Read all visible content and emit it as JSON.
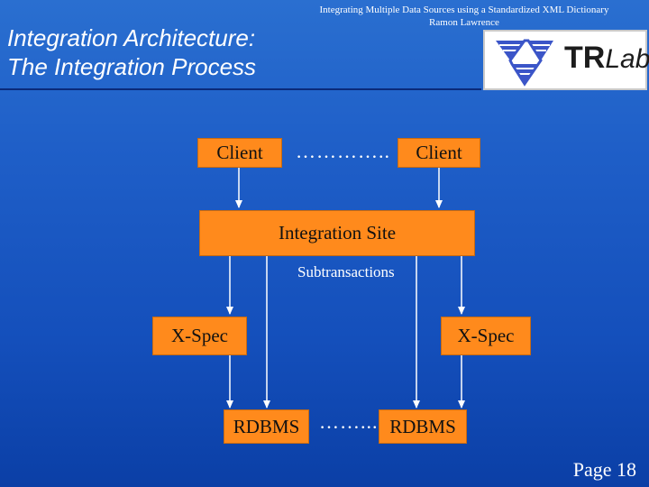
{
  "header": {
    "doc_title": "Integrating Multiple Data Sources using a Standardized XML Dictionary",
    "author": "Ramon Lawrence"
  },
  "title": {
    "line1": "Integration Architecture:",
    "line2": "The Integration Process"
  },
  "logo": {
    "word_tr": "TR",
    "word_labs": "Labs"
  },
  "diagram": {
    "client_left": "Client",
    "client_right": "Client",
    "client_dots": "…………..",
    "integration_site": "Integration Site",
    "subtransactions": "Subtransactions",
    "xspec_left": "X-Spec",
    "xspec_right": "X-Spec",
    "rdbms_left": "RDBMS",
    "rdbms_right": "RDBMS",
    "rdbms_dots": "……..."
  },
  "footer": {
    "page": "Page 18"
  },
  "colors": {
    "background": "#1f5fc8",
    "box": "#ff8a1c",
    "text": "#ffffff"
  }
}
